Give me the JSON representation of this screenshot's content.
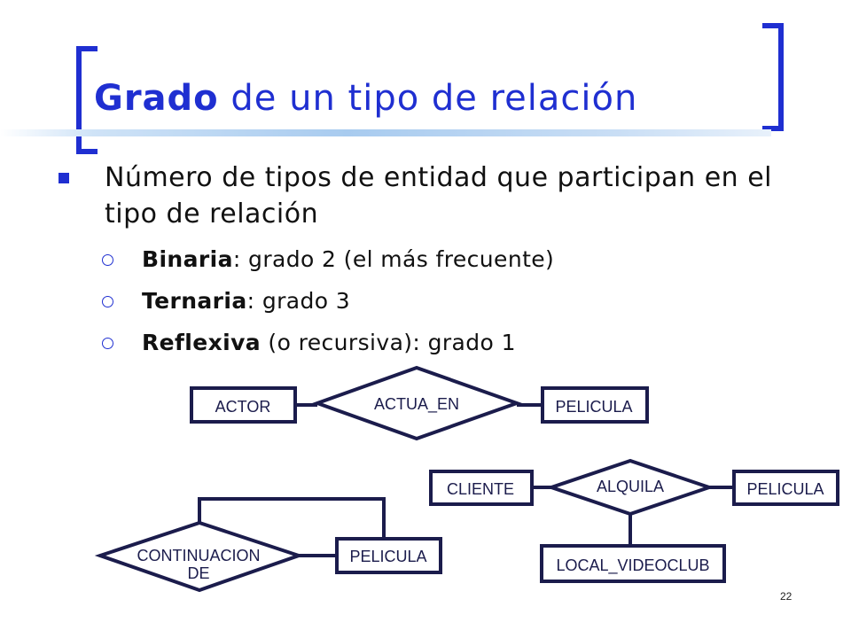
{
  "title": {
    "bold": "Grado",
    "rest": " de un tipo de relación"
  },
  "main_bullet": "Número de tipos de entidad que participan en el tipo de relación",
  "sub_bullets": [
    {
      "bold": "Binaria",
      "rest": ": grado 2 (el más frecuente)"
    },
    {
      "bold": "Ternaria",
      "rest": ": grado 3"
    },
    {
      "bold": "Reflexiva",
      "rest": " (o recursiva): grado 1"
    }
  ],
  "diagrams": {
    "binary": {
      "entity_left": "ACTOR",
      "relation": "ACTUA_EN",
      "entity_right": "PELICULA"
    },
    "ternary": {
      "entity_left": "CLIENTE",
      "relation": "ALQUILA",
      "entity_right": "PELICULA",
      "entity_bottom": "LOCAL_VIDEOCLUB"
    },
    "reflexive": {
      "relation_line1": "CONTINUACION",
      "relation_line2": "DE",
      "entity": "PELICULA"
    }
  },
  "page_number": "22",
  "colors": {
    "accent": "#1f2fd1",
    "diagram": "#1b1c4c"
  },
  "icons": {
    "bullet": "square-bullet-icon",
    "sub_bullet": "ring-bullet-icon"
  }
}
